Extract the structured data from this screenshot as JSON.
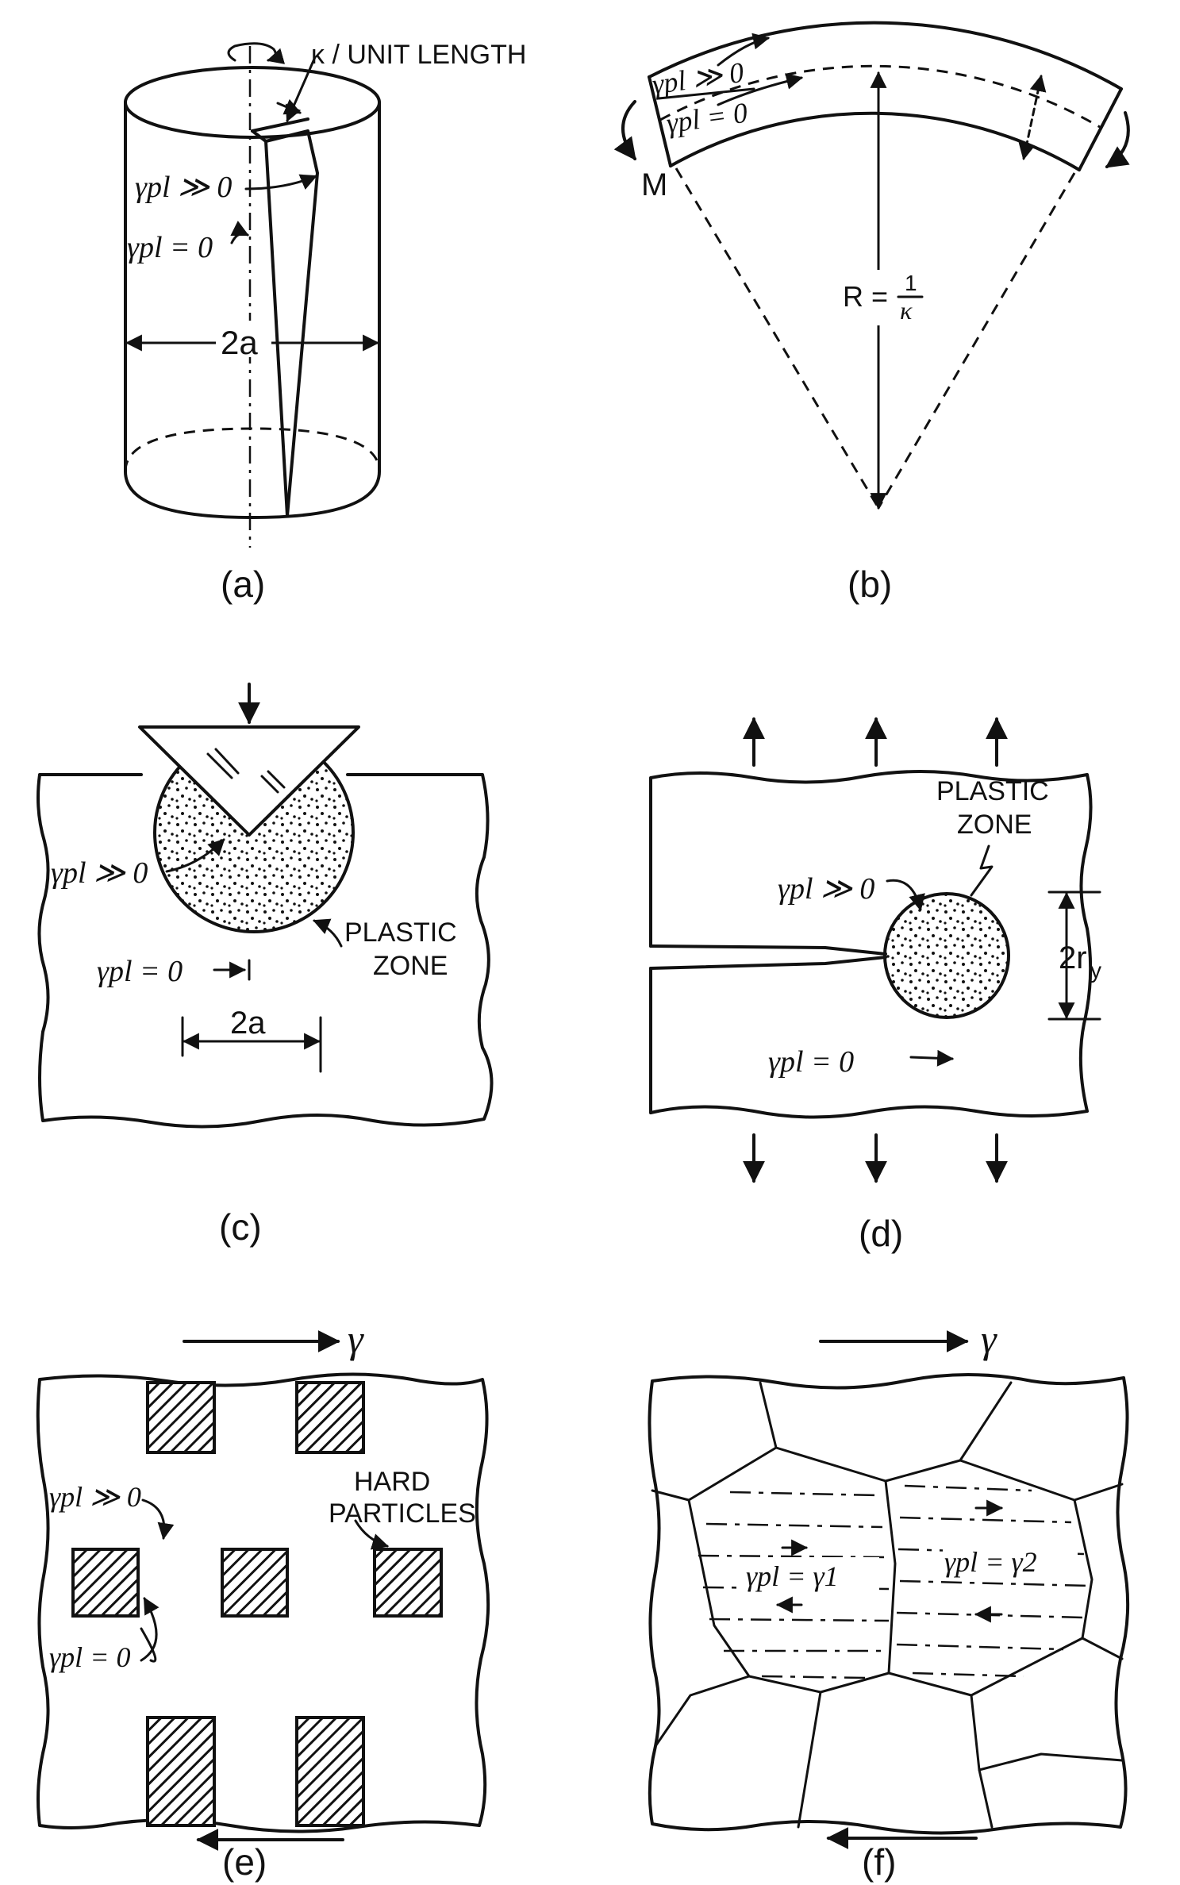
{
  "panels": {
    "a": {
      "caption": "(a)",
      "label_kappa": "κ / UNIT LENGTH",
      "label_high": "γpl ≫ 0",
      "label_zero": "γpl = 0",
      "label_width": "2a"
    },
    "b": {
      "caption": "(b)",
      "label_high": "γpl ≫ 0",
      "label_zero": "γpl = 0",
      "label_moment": "M",
      "label_radius_left": "R =",
      "label_radius_num": "1",
      "label_radius_den": "κ"
    },
    "c": {
      "caption": "(c)",
      "label_high": "γpl ≫ 0",
      "label_zero": "γpl = 0",
      "zone_line1": "PLASTIC",
      "zone_line2": "ZONE",
      "label_width": "2a"
    },
    "d": {
      "caption": "(d)",
      "zone_line1": "PLASTIC",
      "zone_line2": "ZONE",
      "label_high": "γpl ≫ 0",
      "label_zero": "γpl = 0",
      "label_radius": "2r",
      "label_radius_sub": "y"
    },
    "e": {
      "caption": "(e)",
      "label_shear": "γ",
      "label_high": "γpl ≫ 0",
      "label_zero": "γpl = 0",
      "particles_line1": "HARD",
      "particles_line2": "PARTICLES"
    },
    "f": {
      "caption": "(f)",
      "label_shear": "γ",
      "grain1": "γpl = γ1",
      "grain2": "γpl = γ2"
    }
  }
}
